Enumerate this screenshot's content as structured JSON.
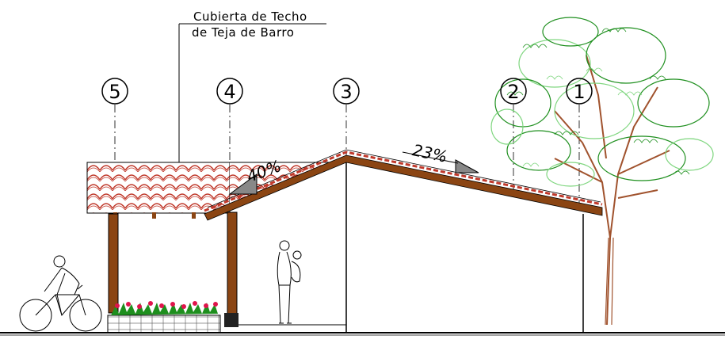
{
  "annotation": {
    "line1": "Cubierta de Techo",
    "line2": "de Teja de Barro"
  },
  "axes": [
    "5",
    "4",
    "3",
    "2",
    "1"
  ],
  "slopes": {
    "left": "40%",
    "right": "23%"
  },
  "colors": {
    "tile": "#c0392b",
    "wood": "#8b4513",
    "foliage_dark": "#1e8f1e",
    "foliage_light": "#7fd67f",
    "flowers": "#e0144c",
    "trunk": "#a0522d"
  }
}
